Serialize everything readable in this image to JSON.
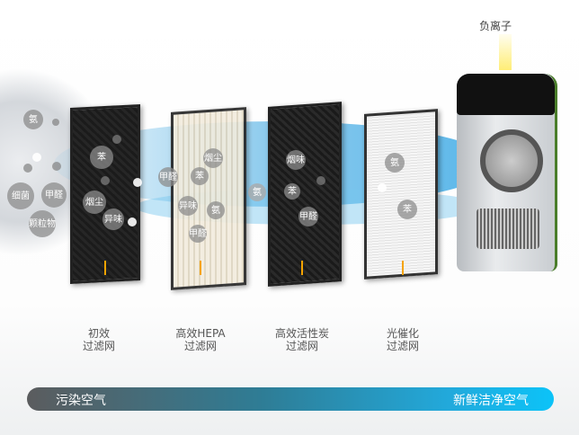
{
  "device_label": "负离子",
  "pollutants_outside": [
    "氨",
    "细菌",
    "甲醛",
    "颗粒物"
  ],
  "filters": [
    {
      "line1": "初效",
      "line2": "过滤网",
      "particles": [
        "苯",
        "烟尘",
        "异味"
      ]
    },
    {
      "line1": "高效HEPA",
      "line2": "过滤网",
      "particles": [
        "烟尘",
        "甲醛",
        "苯",
        "异味",
        "氨",
        "甲醛"
      ]
    },
    {
      "line1": "高效活性炭",
      "line2": "过滤网",
      "particles": [
        "烟味",
        "苯",
        "甲醛"
      ]
    },
    {
      "line1": "光催化",
      "line2": "过滤网",
      "particles": [
        "氨",
        "苯"
      ]
    }
  ],
  "between_particle": "氨",
  "bar": {
    "left": "污染空气",
    "right": "新鲜洁净空气"
  },
  "colors": {
    "tick": "#f5a300",
    "bar_start": "#5b5c5e",
    "bar_end": "#0cc3f8"
  }
}
